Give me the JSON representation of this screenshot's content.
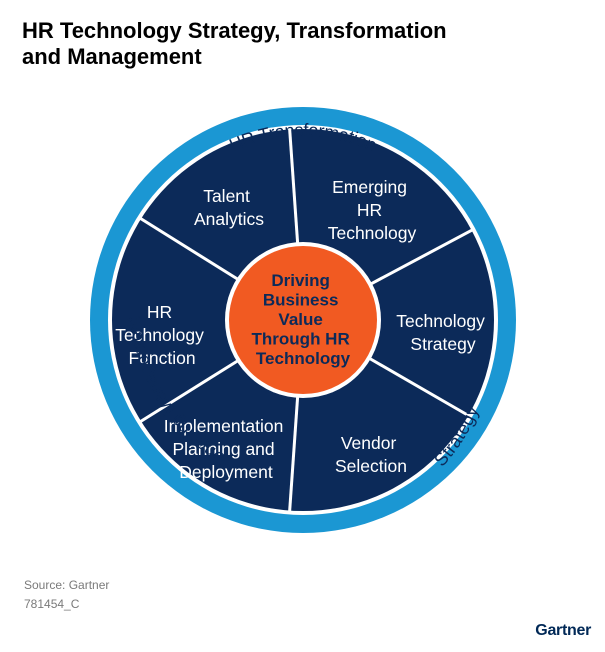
{
  "title": {
    "line1": "HR Technology Strategy, Transformation",
    "line2": "and Management"
  },
  "ring_labels": {
    "top": "HR Transformation",
    "left": "Ongoing Management",
    "right": "Strategy"
  },
  "segments": [
    {
      "lines": [
        "Emerging",
        "HR",
        "Technology"
      ]
    },
    {
      "lines": [
        "Technology",
        "Strategy"
      ]
    },
    {
      "lines": [
        "Vendor",
        "Selection"
      ]
    },
    {
      "lines": [
        "Implementation",
        "Planning and",
        "Deployment"
      ]
    },
    {
      "lines": [
        "HR",
        "Technology",
        "Function"
      ]
    },
    {
      "lines": [
        "Talent",
        "Analytics"
      ]
    }
  ],
  "center": {
    "lines": [
      "Driving",
      "Business",
      "Value",
      "Through HR",
      "Technology"
    ]
  },
  "source": {
    "line1": "Source: Gartner",
    "line2": "781454_C"
  },
  "logo": "Gartner",
  "colors": {
    "ring": "#1b97d3",
    "segment": "#0c2a59",
    "divider": "#ffffff",
    "center": "#f15a22",
    "title": "#000000",
    "source": "#7a7a7a",
    "logo": "#002856"
  }
}
